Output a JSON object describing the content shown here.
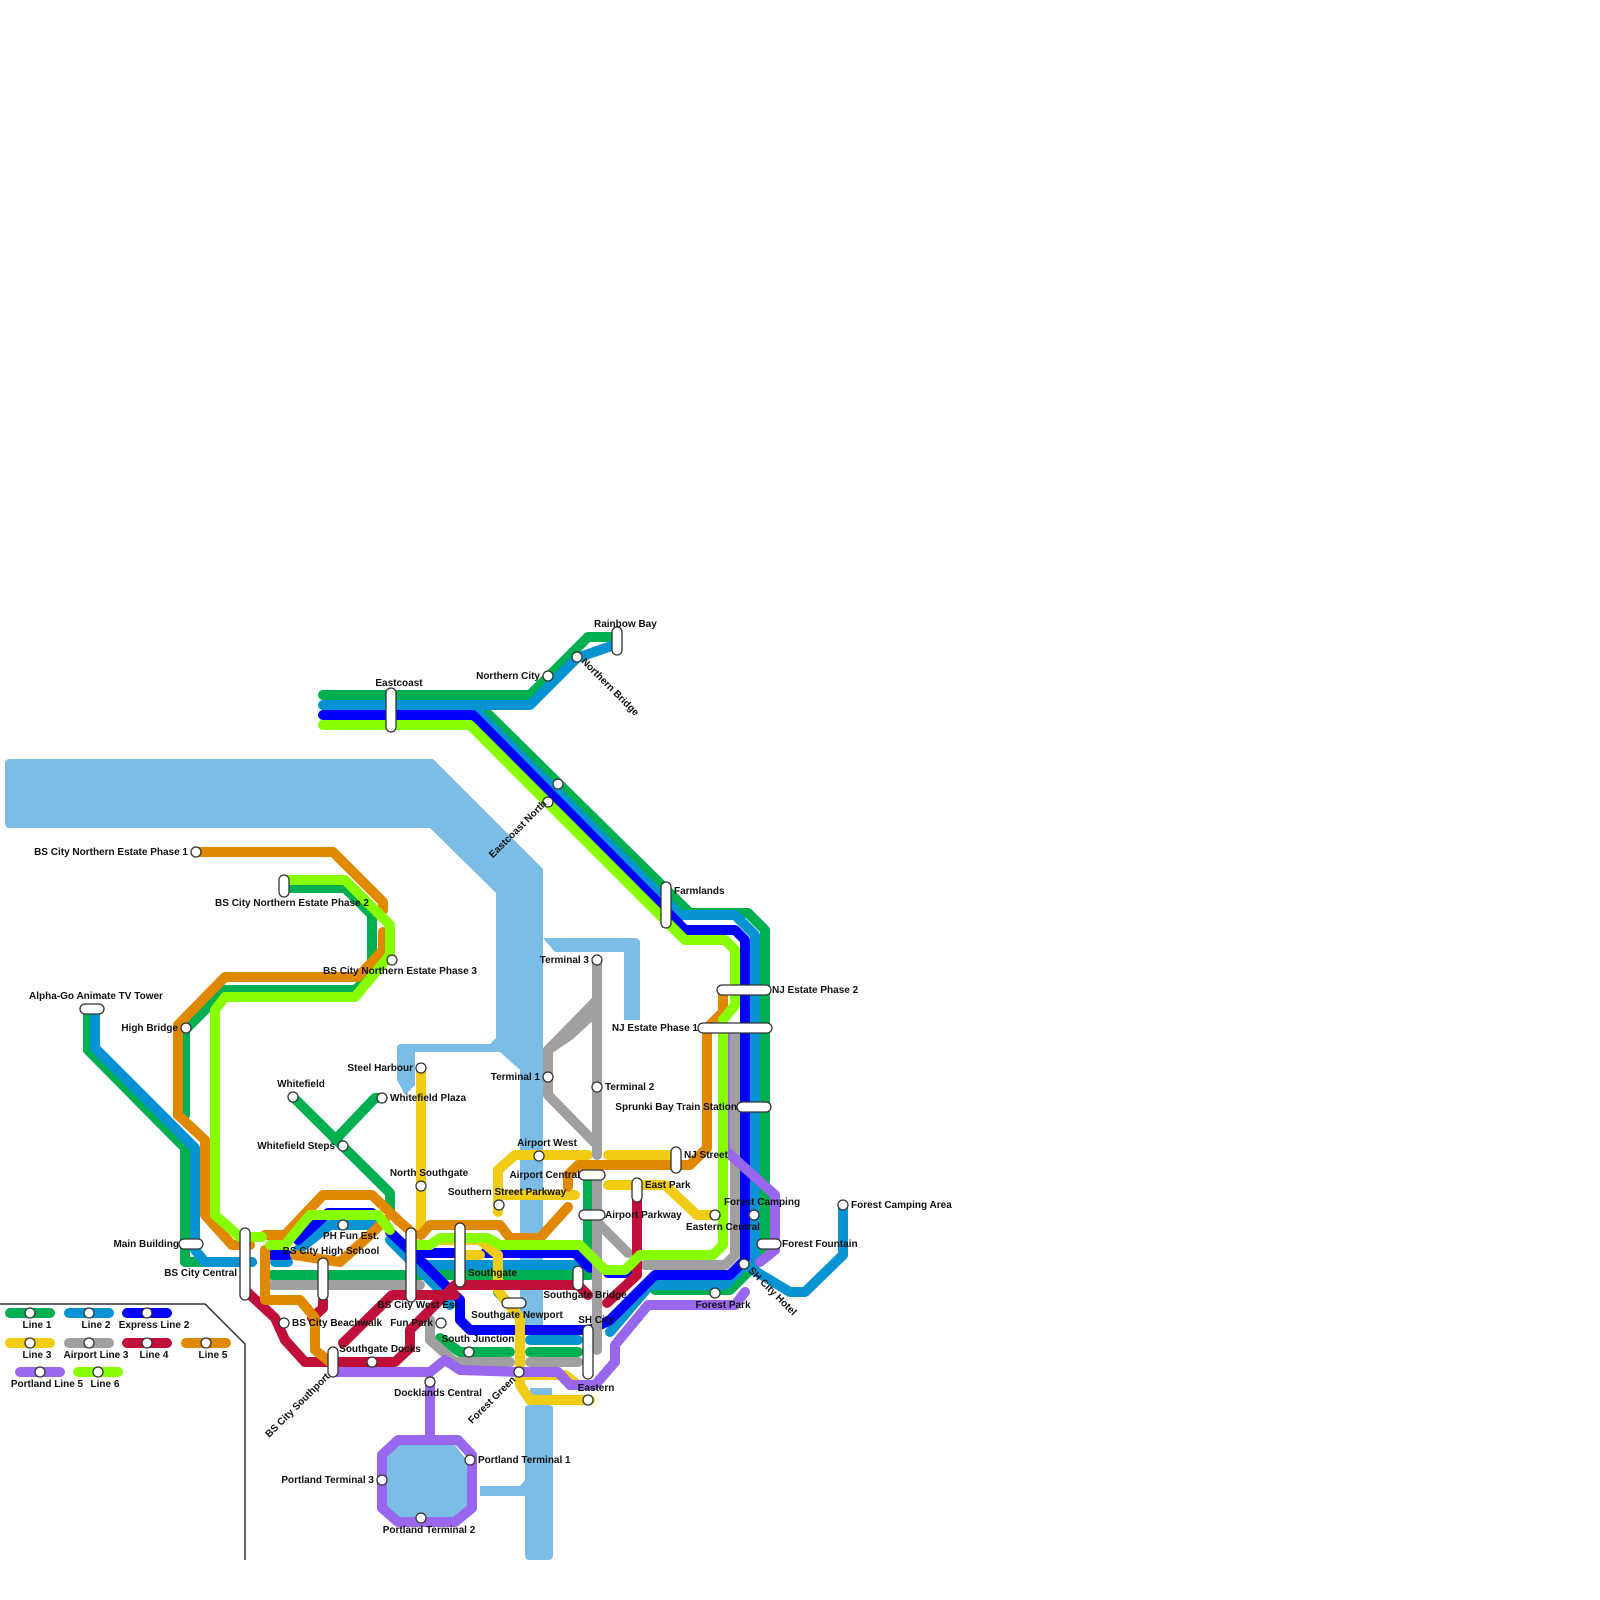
{
  "map_title": "Sprunki Bay Transit Map",
  "colors": {
    "water": "#7bbde6",
    "station_fill": "#ffffff",
    "station_stroke": "#333333",
    "legend_border": "#333333"
  },
  "lines": [
    {
      "id": "line1",
      "name": "Line 1",
      "color": "#00b050"
    },
    {
      "id": "line2",
      "name": "Line 2",
      "color": "#0894d4"
    },
    {
      "id": "express2",
      "name": "Express Line 2",
      "color": "#0000ff"
    },
    {
      "id": "line3",
      "name": "Line 3",
      "color": "#f0cc14"
    },
    {
      "id": "airport3",
      "name": "Airport Line 3",
      "color": "#a0a0a0"
    },
    {
      "id": "line4",
      "name": "Line 4",
      "color": "#c0103a"
    },
    {
      "id": "line5",
      "name": "Line 5",
      "color": "#e08800"
    },
    {
      "id": "portland5",
      "name": "Portland Line 5",
      "color": "#9966ee"
    },
    {
      "id": "line6",
      "name": "Line 6",
      "color": "#88ff00"
    }
  ],
  "legend": {
    "rows": [
      [
        "Line 1",
        "Line 2",
        "Express Line 2"
      ],
      [
        "Line 3",
        "Airport Line 3",
        "Line 4",
        "Line 5"
      ],
      [
        "Portland Line 5",
        "Line 6"
      ]
    ]
  },
  "stations": [
    {
      "name": "Rainbow Bay",
      "type": "interchange"
    },
    {
      "name": "Northern City",
      "type": "stop"
    },
    {
      "name": "Northern Bridge",
      "type": "stop"
    },
    {
      "name": "Eastcoast",
      "type": "interchange"
    },
    {
      "name": "Eastcoast North",
      "type": "stop"
    },
    {
      "name": "Farmlands",
      "type": "interchange"
    },
    {
      "name": "NJ Estate Phase 2",
      "type": "interchange"
    },
    {
      "name": "NJ Estate Phase 1",
      "type": "interchange"
    },
    {
      "name": "Sprunki Bay Train Station",
      "type": "interchange"
    },
    {
      "name": "NJ Street",
      "type": "interchange"
    },
    {
      "name": "Terminal 3",
      "type": "stop"
    },
    {
      "name": "Terminal 2",
      "type": "stop"
    },
    {
      "name": "Terminal 1",
      "type": "stop"
    },
    {
      "name": "Airport West",
      "type": "stop"
    },
    {
      "name": "Airport Central",
      "type": "interchange"
    },
    {
      "name": "Southern Street Parkway",
      "type": "stop"
    },
    {
      "name": "East Park",
      "type": "interchange"
    },
    {
      "name": "Airport Parkway",
      "type": "interchange"
    },
    {
      "name": "Eastern Central",
      "type": "stop"
    },
    {
      "name": "Forest Camping",
      "type": "stop"
    },
    {
      "name": "Forest Camping Area",
      "type": "stop"
    },
    {
      "name": "Forest Fountain",
      "type": "interchange"
    },
    {
      "name": "SH City Hotel",
      "type": "stop"
    },
    {
      "name": "Forest Park",
      "type": "stop"
    },
    {
      "name": "Southgate Bridge",
      "type": "interchange"
    },
    {
      "name": "SH City",
      "type": "interchange"
    },
    {
      "name": "Eastern",
      "type": "stop"
    },
    {
      "name": "Forest Green",
      "type": "stop"
    },
    {
      "name": "South Junction",
      "type": "stop"
    },
    {
      "name": "Southgate Newport",
      "type": "interchange"
    },
    {
      "name": "Southgate",
      "type": "interchange"
    },
    {
      "name": "North Southgate",
      "type": "stop"
    },
    {
      "name": "Steel Harbour",
      "type": "stop"
    },
    {
      "name": "Whitefield Plaza",
      "type": "stop"
    },
    {
      "name": "Whitefield",
      "type": "stop"
    },
    {
      "name": "Whitefield Steps",
      "type": "stop"
    },
    {
      "name": "BS City West Est.",
      "type": "interchange"
    },
    {
      "name": "Fun Park",
      "type": "stop"
    },
    {
      "name": "Docklands Central",
      "type": "stop"
    },
    {
      "name": "Southgate Docks",
      "type": "stop"
    },
    {
      "name": "BS City Southport",
      "type": "interchange"
    },
    {
      "name": "BS City Beachwalk",
      "type": "stop"
    },
    {
      "name": "BS City High School",
      "type": "interchange"
    },
    {
      "name": "PH Fun Est.",
      "type": "stop"
    },
    {
      "name": "BS City Central",
      "type": "interchange"
    },
    {
      "name": "Main Building",
      "type": "interchange"
    },
    {
      "name": "High Bridge",
      "type": "stop"
    },
    {
      "name": "Alpha-Go Animate TV Tower",
      "type": "interchange"
    },
    {
      "name": "BS City Northern Estate Phase 1",
      "type": "stop"
    },
    {
      "name": "BS City Northern Estate Phase 2",
      "type": "interchange"
    },
    {
      "name": "BS City Northern Estate Phase 3",
      "type": "stop"
    },
    {
      "name": "Portland Terminal 1",
      "type": "stop"
    },
    {
      "name": "Portland Terminal 2",
      "type": "stop"
    },
    {
      "name": "Portland Terminal 3",
      "type": "stop"
    }
  ]
}
